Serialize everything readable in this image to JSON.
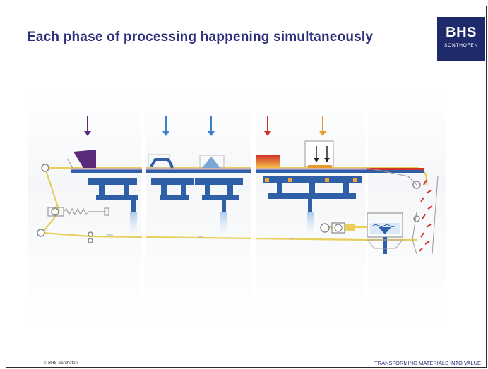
{
  "slide": {
    "title": "Each phase of processing happening simultaneously",
    "footer_left": "© BHS-Sonthofen",
    "footer_right": "TRANSFORMING MATERIALS INTO VALUE"
  },
  "logo": {
    "name": "BHS",
    "subtitle": "SONTHOFEN"
  },
  "colors": {
    "title": "#2a2f7a",
    "logo_bg": "#1f2a6b",
    "belt": "#e8cf5a",
    "frame_blue": "#2f5fa6",
    "feed_purple": "#5b2a7a",
    "feed_blue": "#3b7ec9",
    "heat_red": "#d1322a",
    "heat_orange": "#f3a23a",
    "press_orange": "#e89a2e"
  }
}
